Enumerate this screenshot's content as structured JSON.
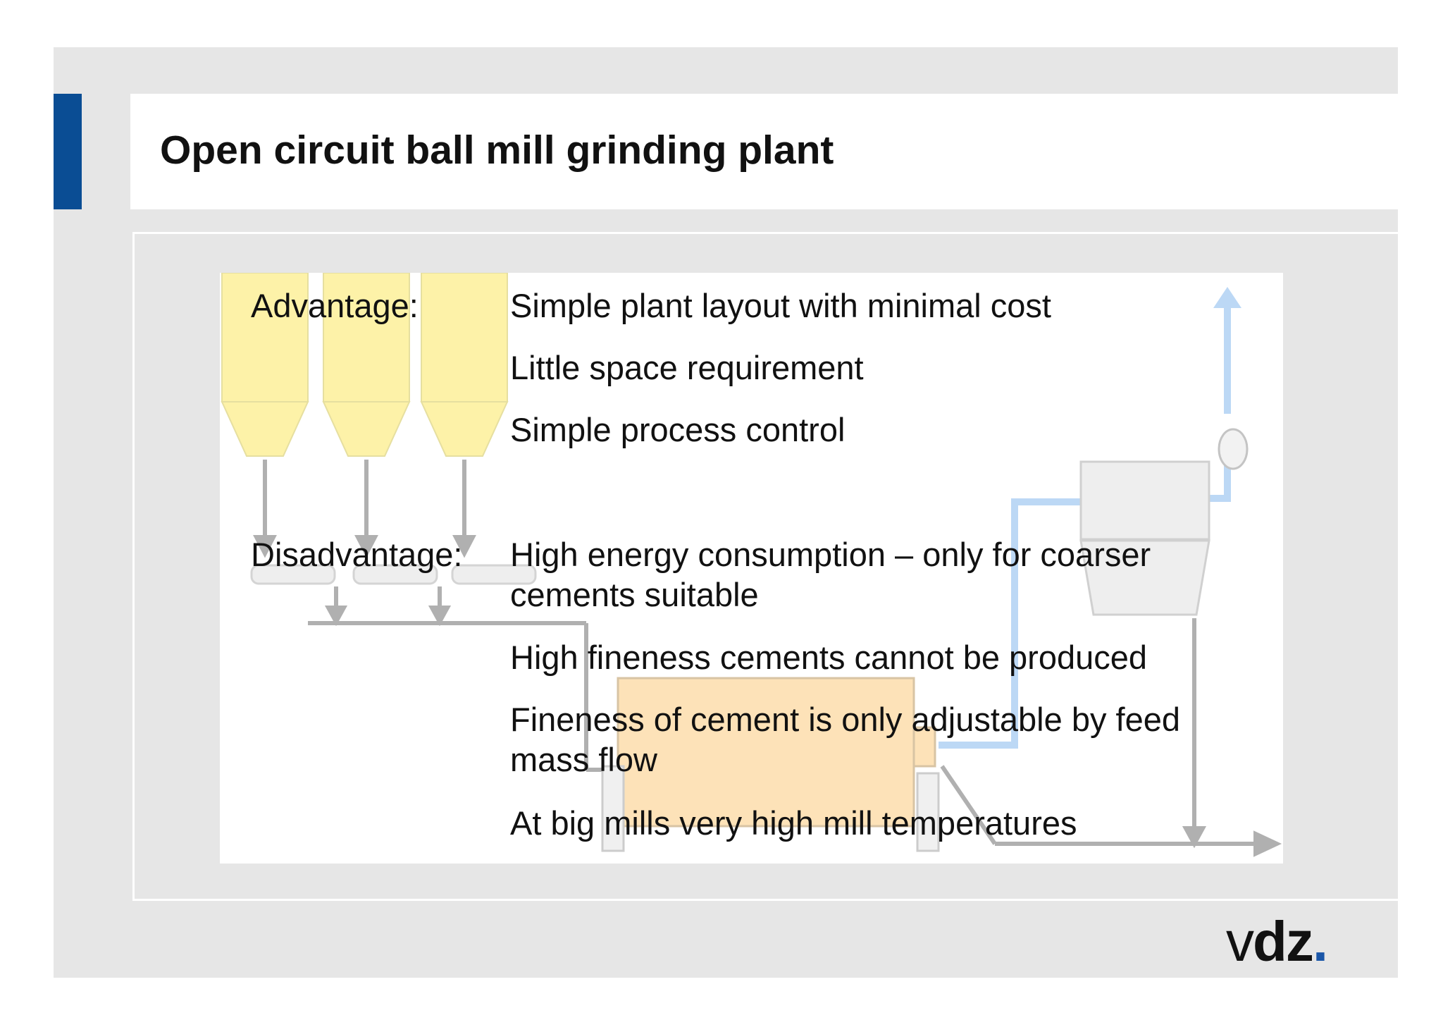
{
  "slide": {
    "title": "Open circuit ball mill grinding plant"
  },
  "advantage": {
    "label": "Advantage:",
    "items": [
      "Simple plant layout with minimal cost",
      "Little space requirement",
      "Simple process control"
    ]
  },
  "disadvantage": {
    "label": "Disadvantage:",
    "items": [
      "High energy consumption – only for coarser",
      "cements suitable",
      "High fineness cements cannot be produced",
      "Fineness of cement is only adjustable by feed",
      "mass flow",
      "At big mills very high mill temperatures"
    ]
  },
  "logo": {
    "v": "v",
    "dz": "dz",
    "dot": "."
  },
  "colors": {
    "accent": "#0a4d94",
    "silo_fill": "#fdf2a8",
    "mill_fill": "#fde2b8",
    "air_pipe": "#bcd8f5",
    "arrows": "#b0b0b0"
  }
}
